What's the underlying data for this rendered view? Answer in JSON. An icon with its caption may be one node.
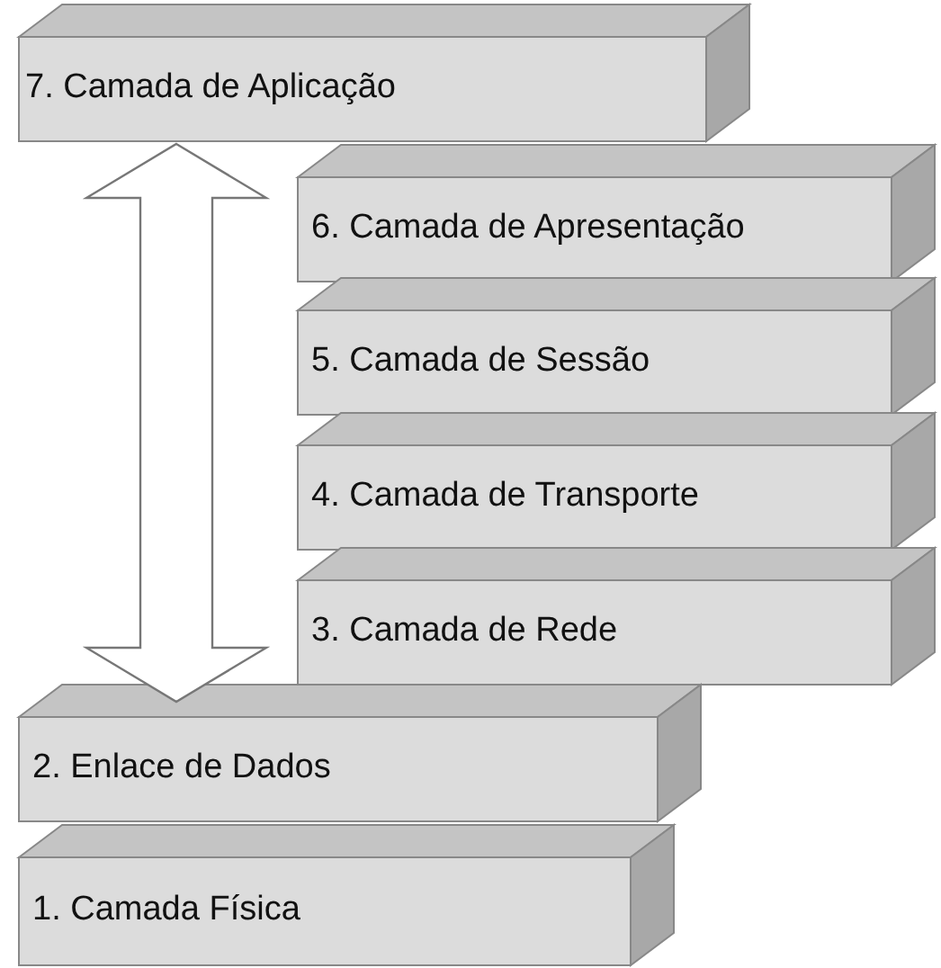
{
  "diagram": {
    "nodes": [
      {
        "text": [
          "7. Camada de Aplicação"
        ]
      },
      {
        "text": [
          "6. Camada de Apresentação"
        ]
      },
      {
        "text": [
          "5. Camada de Sessão"
        ]
      },
      {
        "text": [
          "4. Camada de Transporte"
        ]
      },
      {
        "text": [
          "3. Camada de Rede"
        ]
      },
      {
        "text": [
          "2. Enlace de Dados"
        ]
      },
      {
        "text": [
          "1. Camada Física"
        ]
      }
    ],
    "edges": [
      {
        "from": 0,
        "to": 5,
        "arrow": "both"
      }
    ]
  }
}
